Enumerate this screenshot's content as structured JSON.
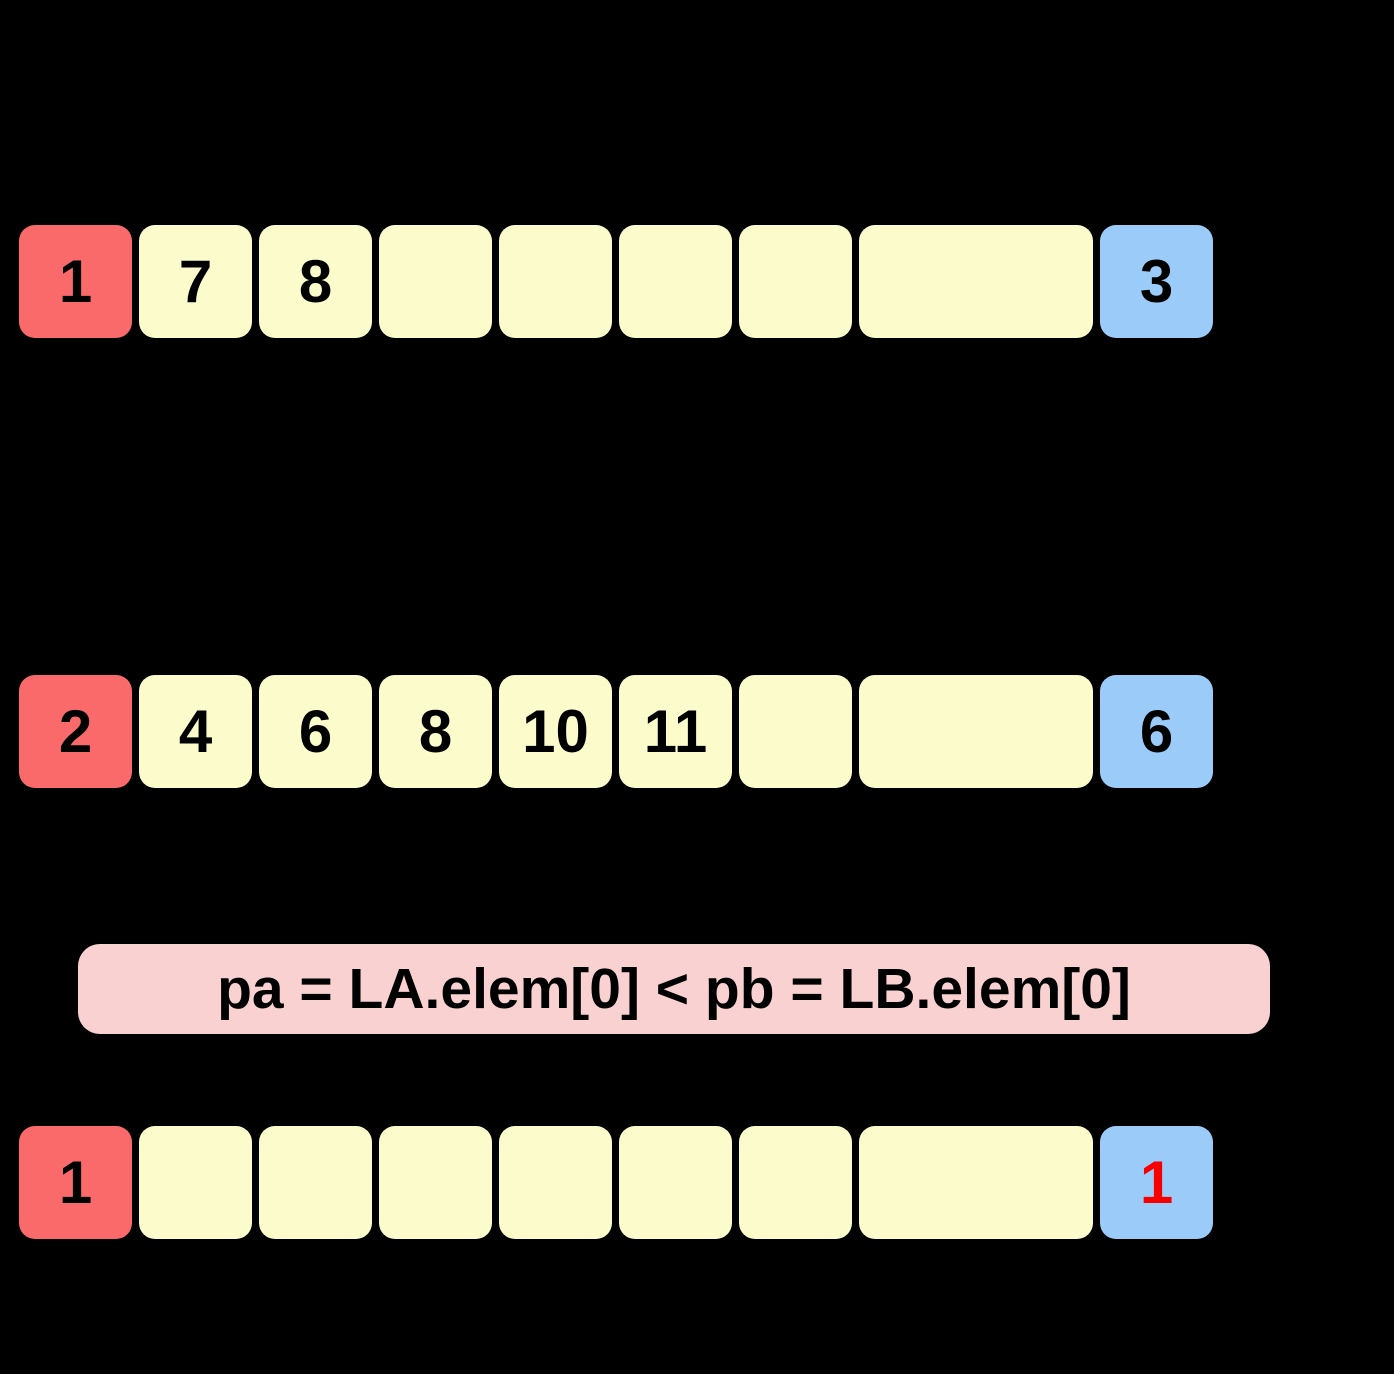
{
  "colors": {
    "background": "#000000",
    "head_cell": "#FA6A6A",
    "body_cell": "#FBFBCB",
    "tail_cell": "#9BCBF9",
    "formula_box": "#FAD1D1",
    "digit": "#000000",
    "highlight_digit": "#F80000"
  },
  "formula": {
    "text": "pa = LA.elem[0] < pb = LB.elem[0]"
  },
  "rows": [
    {
      "name": "list-a",
      "cells": [
        "1",
        "7",
        "8",
        "",
        "",
        "",
        "",
        "",
        "3"
      ]
    },
    {
      "name": "list-b",
      "cells": [
        "2",
        "4",
        "6",
        "8",
        "10",
        "11",
        "",
        "",
        "6"
      ]
    },
    {
      "name": "list-c",
      "cells": [
        "1",
        "",
        "",
        "",
        "",
        "",
        "",
        "",
        "1"
      ]
    }
  ]
}
